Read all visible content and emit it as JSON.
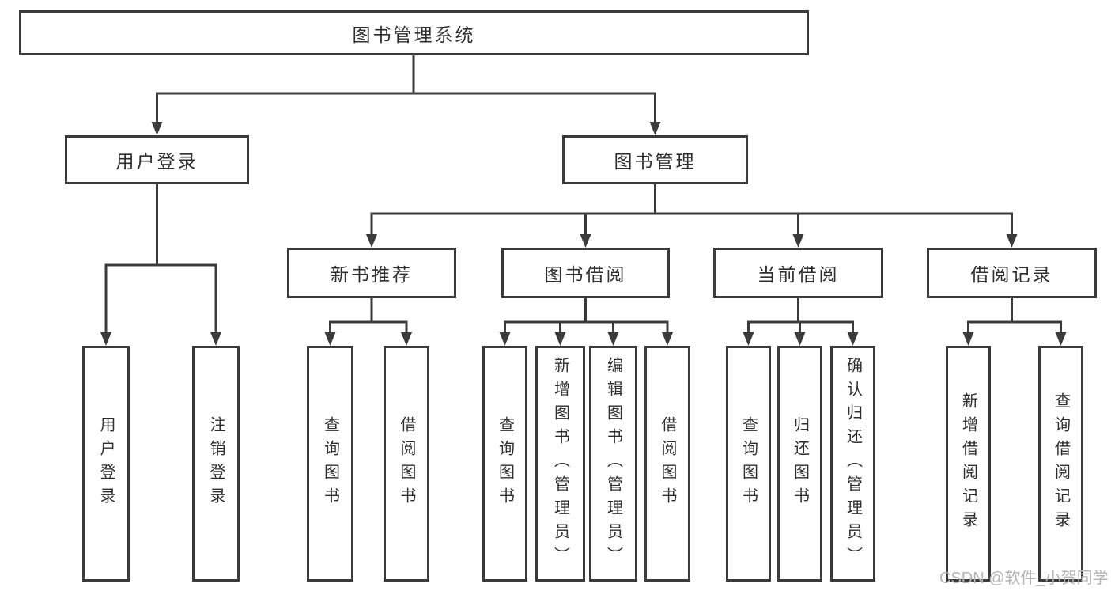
{
  "diagram": {
    "title": "图书管理系统",
    "branches": [
      {
        "label": "用户登录",
        "children": [
          {
            "label": "用户登录"
          },
          {
            "label": "注销登录"
          }
        ]
      },
      {
        "label": "图书管理",
        "children": [
          {
            "label": "新书推荐",
            "children": [
              {
                "label": "查询图书"
              },
              {
                "label": "借阅图书"
              }
            ]
          },
          {
            "label": "图书借阅",
            "children": [
              {
                "label": "查询图书"
              },
              {
                "label": "新增图书（管理员）"
              },
              {
                "label": "编辑图书（管理员）"
              },
              {
                "label": "借阅图书"
              }
            ]
          },
          {
            "label": "当前借阅",
            "children": [
              {
                "label": "查询图书"
              },
              {
                "label": "归还图书"
              },
              {
                "label": "确认归还（管理员）"
              }
            ]
          },
          {
            "label": "借阅记录",
            "children": [
              {
                "label": "新增借阅记录"
              },
              {
                "label": "查询借阅记录"
              }
            ]
          }
        ]
      }
    ]
  },
  "watermark": "CSDN @软件_小贺同学",
  "colors": {
    "line": "#3b3b3b",
    "text": "#2e2e2e",
    "watermark": "#b5b5b5",
    "background": "#ffffff"
  }
}
